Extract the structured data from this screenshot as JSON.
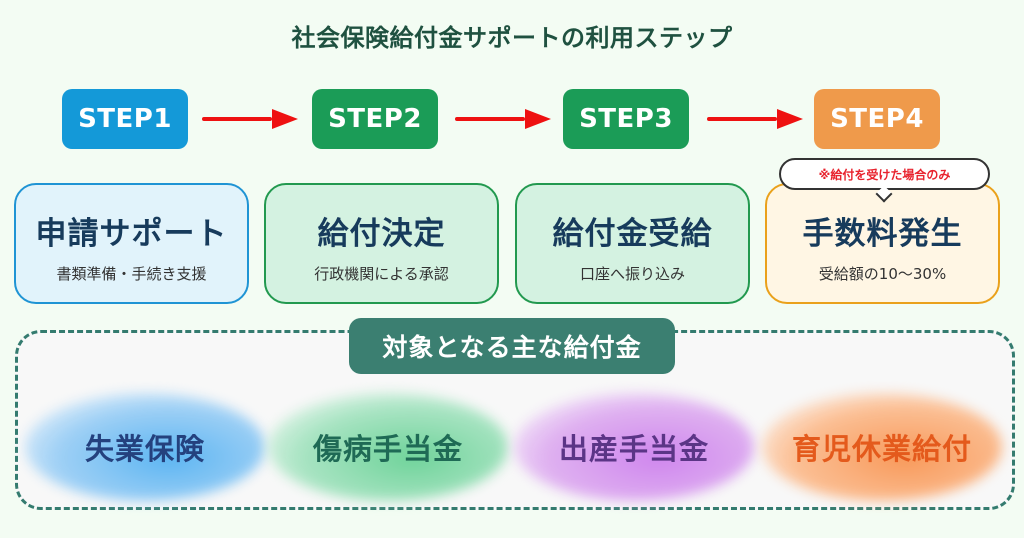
{
  "title": "社会保険給付金サポートの利用ステップ",
  "steps": [
    {
      "badge": "STEP1",
      "badge_color": "#1499d8",
      "card_title": "申請サポート",
      "card_sub": "書類準備・手続き支援",
      "card_bg": "#e1f3fb",
      "card_border": "#1f94d4"
    },
    {
      "badge": "STEP2",
      "badge_color": "#1b9c57",
      "card_title": "給付決定",
      "card_sub": "行政機関による承認",
      "card_bg": "#d4f2e1",
      "card_border": "#22994f"
    },
    {
      "badge": "STEP3",
      "badge_color": "#1b9c57",
      "card_title": "給付金受給",
      "card_sub": "口座へ振り込み",
      "card_bg": "#d4f2e1",
      "card_border": "#22994f"
    },
    {
      "badge": "STEP4",
      "badge_color": "#ef9a4b",
      "card_title": "手数料発生",
      "card_sub": "受給額の10〜30%",
      "card_bg": "#fff6e4",
      "card_border": "#eaa11b"
    }
  ],
  "step4_note": "※給付を受けた場合のみ",
  "arrow_color": "#ee1111",
  "benefits": {
    "label": "対象となる主な給付金",
    "items": [
      {
        "name": "失業保険",
        "text_color": "#24417e",
        "glow": "radial-gradient(ellipse at 60% 60%, #5cb5f2 0%, #9fd0f5 55%, rgba(200,228,250,0.6) 80%, rgba(248,248,248,0) 100%)"
      },
      {
        "name": "傷病手当金",
        "text_color": "#1f6a55",
        "glow": "radial-gradient(ellipse at 60% 60%, #6fd39a 0%, #a9e4c3 55%, rgba(205,240,220,0.6) 80%, rgba(248,248,248,0) 100%)"
      },
      {
        "name": "出産手当金",
        "text_color": "#5b3586",
        "glow": "radial-gradient(ellipse at 60% 60%, #cf86ee 0%, #dfb1f0 55%, rgba(238,215,248,0.6) 80%, rgba(248,248,248,0) 100%)"
      },
      {
        "name": "育児休業給付",
        "text_color": "#e45a1c",
        "glow": "radial-gradient(ellipse at 60% 60%, #f8995a 0%, #fbbf94 55%, rgba(253,222,200,0.6) 80%, rgba(248,248,248,0) 100%)"
      }
    ]
  }
}
